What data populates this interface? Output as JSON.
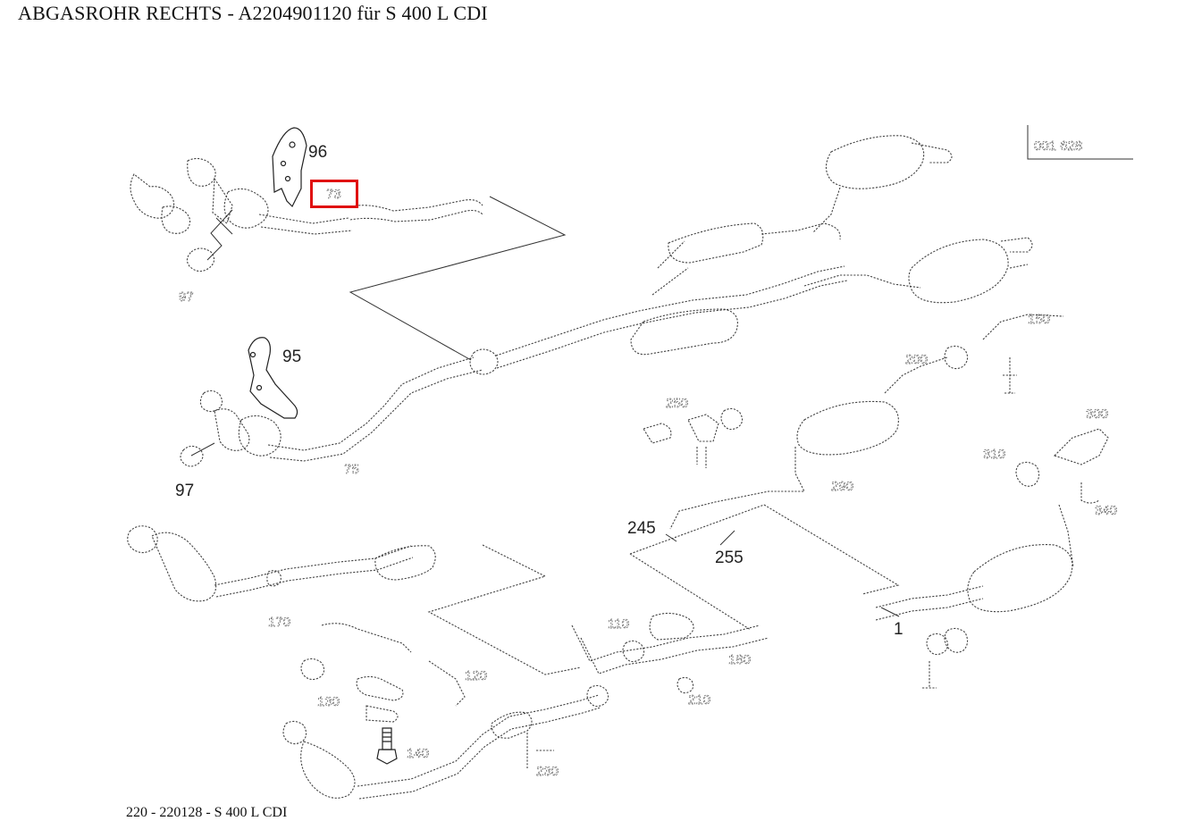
{
  "page": {
    "title": "ABGASROHR RECHTS - A2204901120 für S 400 L CDI",
    "footer": "220 - 220128 - S 400 L CDI"
  },
  "diagram": {
    "labels": {
      "l96": "96",
      "l95": "95",
      "l97a": "97",
      "l97b": "97",
      "l245": "245",
      "l255": "255",
      "l1": "1"
    },
    "faint_labels": [
      "001 628",
      "97",
      "75",
      "140",
      "150",
      "200",
      "300",
      "310",
      "340",
      "250",
      "130",
      "120",
      "110",
      "290",
      "170",
      "180",
      "210",
      "230"
    ],
    "highlight_color": "#e01010"
  }
}
